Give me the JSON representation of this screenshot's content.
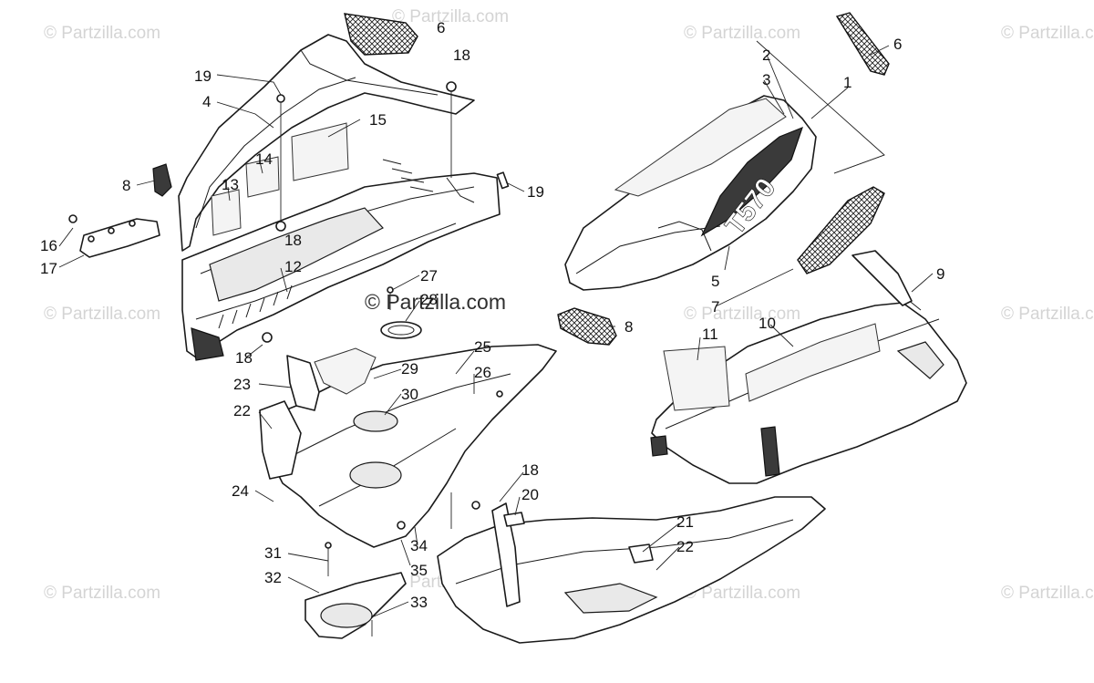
{
  "watermarks": {
    "text": "© Partzilla.com",
    "center_text": "© Partzilla.com"
  },
  "callouts": [
    {
      "id": "c6a",
      "label": "6"
    },
    {
      "id": "c18a",
      "label": "18"
    },
    {
      "id": "c19a",
      "label": "19"
    },
    {
      "id": "c4",
      "label": "4"
    },
    {
      "id": "c15",
      "label": "15"
    },
    {
      "id": "c14",
      "label": "14"
    },
    {
      "id": "c13",
      "label": "13"
    },
    {
      "id": "c8a",
      "label": "8"
    },
    {
      "id": "c19b",
      "label": "19"
    },
    {
      "id": "c18b",
      "label": "18"
    },
    {
      "id": "c16",
      "label": "16"
    },
    {
      "id": "c17",
      "label": "17"
    },
    {
      "id": "c12",
      "label": "12"
    },
    {
      "id": "c27",
      "label": "27"
    },
    {
      "id": "c28",
      "label": "28"
    },
    {
      "id": "c18c",
      "label": "18"
    },
    {
      "id": "c25",
      "label": "25"
    },
    {
      "id": "c29",
      "label": "29"
    },
    {
      "id": "c26",
      "label": "26"
    },
    {
      "id": "c23",
      "label": "23"
    },
    {
      "id": "c30",
      "label": "30"
    },
    {
      "id": "c22a",
      "label": "22"
    },
    {
      "id": "c24",
      "label": "24"
    },
    {
      "id": "c18d",
      "label": "18"
    },
    {
      "id": "c20",
      "label": "20"
    },
    {
      "id": "c34",
      "label": "34"
    },
    {
      "id": "c31",
      "label": "31"
    },
    {
      "id": "c35",
      "label": "35"
    },
    {
      "id": "c32",
      "label": "32"
    },
    {
      "id": "c33",
      "label": "33"
    },
    {
      "id": "c21",
      "label": "21"
    },
    {
      "id": "c22b",
      "label": "22"
    },
    {
      "id": "c6b",
      "label": "6"
    },
    {
      "id": "c2",
      "label": "2"
    },
    {
      "id": "c1",
      "label": "1"
    },
    {
      "id": "c3",
      "label": "3"
    },
    {
      "id": "c5",
      "label": "5"
    },
    {
      "id": "c9",
      "label": "9"
    },
    {
      "id": "c7",
      "label": "7"
    },
    {
      "id": "c8b",
      "label": "8"
    },
    {
      "id": "c11",
      "label": "11"
    },
    {
      "id": "c10",
      "label": "10"
    }
  ],
  "hood_decal_text": "T570"
}
